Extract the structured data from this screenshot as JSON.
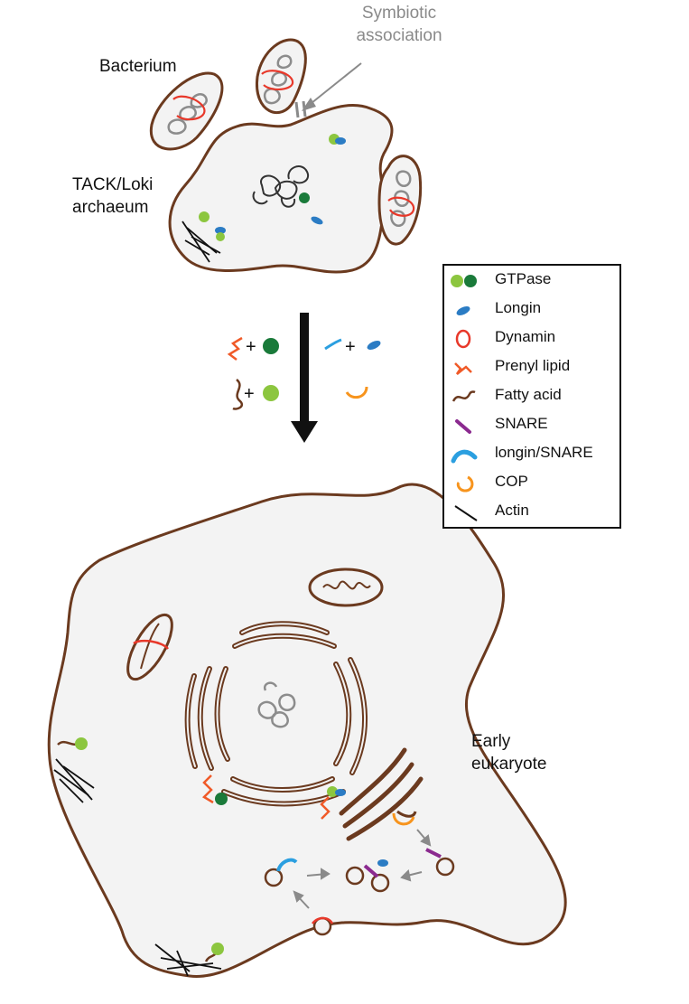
{
  "labels": {
    "symbiotic_association": "Symbiotic association",
    "bacterium": "Bacterium",
    "archaeum": "TACK/Loki archaeum",
    "early_eukaryote": "Early eukaryote"
  },
  "legend": {
    "items": [
      {
        "icon": "gtpase-icon",
        "label": "GTPase"
      },
      {
        "icon": "longin-icon",
        "label": "Longin"
      },
      {
        "icon": "dynamin-icon",
        "label": "Dynamin"
      },
      {
        "icon": "prenyl-lipid-icon",
        "label": "Prenyl lipid"
      },
      {
        "icon": "fatty-acid-icon",
        "label": "Fatty acid"
      },
      {
        "icon": "snare-icon",
        "label": "SNARE"
      },
      {
        "icon": "longin-snare-icon",
        "label": "longin/SNARE"
      },
      {
        "icon": "cop-icon",
        "label": "COP"
      },
      {
        "icon": "actin-icon",
        "label": "Actin"
      }
    ]
  },
  "colors": {
    "membrane": "#6b3a1f",
    "cytoplasm": "#f3f3f3",
    "gtpase_light": "#8cc63f",
    "gtpase_dark": "#1a7a3a",
    "longin": "#2b7cc4",
    "dynamin": "#e8382a",
    "prenyl": "#f05a28",
    "snare": "#8b2a8f",
    "cop": "#f7941d",
    "dna_gray": "#8c8c8c",
    "arrow_gray": "#8a8a8a"
  }
}
